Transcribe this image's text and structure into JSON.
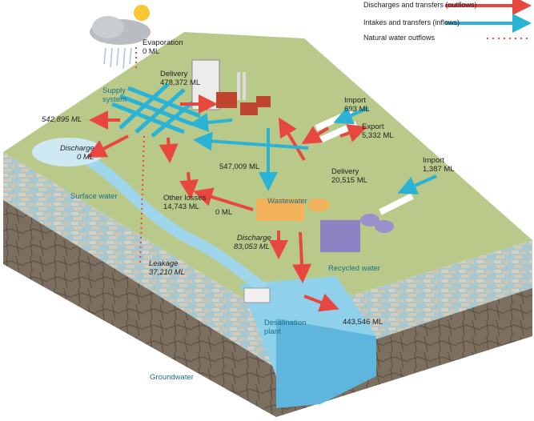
{
  "legend": {
    "outflows": "Discharges and transfers (outflows)",
    "inflows": "Intakes and transfers (inflows)",
    "natural": "Natural water outflows"
  },
  "labels": {
    "evaporation": "Evaporation",
    "evaporation_value": "0 ML",
    "delivery1": "Delivery",
    "delivery1_value": "478,372 ML",
    "supply_system": "Supply system",
    "supply_value": "542,895 ML",
    "discharge1": "Discharge",
    "discharge1_value": "0 ML",
    "surface_water": "Surface water",
    "other_losses": "Other losses",
    "other_losses_value": "14,743 ML",
    "wastewater_value": "547,009 ML",
    "wastewater": "Wastewater",
    "zero_ml": "0 ML",
    "import1": "Import",
    "import1_value": "693 ML",
    "export": "Export",
    "export_value": "5,332 ML",
    "import2": "Import",
    "import2_value": "1,387 ML",
    "delivery2": "Delivery",
    "delivery2_value": "20,515 ML",
    "discharge2": "Discharge",
    "discharge2_value": "83,053 ML",
    "recycled_water": "Recycled water",
    "leakage": "Leakage",
    "leakage_value": "37,210 ML",
    "desalination": "Desalination plant",
    "desal_value": "443,546 ML",
    "groundwater": "Groundwater"
  },
  "colors": {
    "outflow": "#e8473f",
    "inflow": "#2bb3d6",
    "grass": "#b9c98a",
    "soil": "#8a7a68",
    "water": "#8fd0ea",
    "label_teal": "#1a6f86"
  }
}
